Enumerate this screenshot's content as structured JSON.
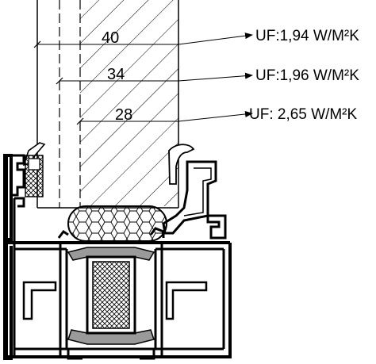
{
  "dimensions": [
    {
      "value": "40",
      "uf_label": "UF:1,94 W/M²K"
    },
    {
      "value": "34",
      "uf_label": "UF:1,96 W/M²K"
    },
    {
      "value": "28",
      "uf_label": "UF: 2,65 W/M²K"
    }
  ],
  "colors": {
    "line": "#000000",
    "background": "#ffffff",
    "gasket": "#9a9a9a"
  }
}
